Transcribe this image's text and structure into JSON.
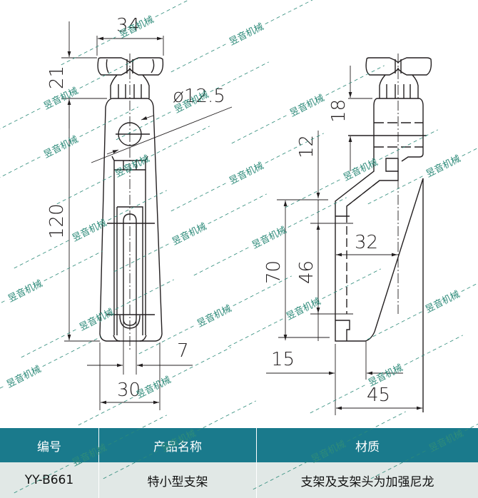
{
  "drawing": {
    "watermark": "昱音机械",
    "front_view": {
      "dim_top_width": "34",
      "dim_knob_height": "21",
      "dim_hole_diameter": "ø12.5",
      "dim_body_height": "120",
      "dim_slot_width": "7",
      "dim_bottom_width": "30"
    },
    "side_view": {
      "dim_head_height": "18",
      "dim_offset": "12",
      "dim_arm_depth": "32",
      "dim_total_height": "70",
      "dim_inner_height": "46",
      "dim_foot": "15",
      "dim_total_depth": "45"
    }
  },
  "table": {
    "headers": [
      "编号",
      "产品名称",
      "材质"
    ],
    "rows": [
      [
        "YY-B661",
        "特小型支架",
        "支架及支架头为加强尼龙"
      ]
    ]
  },
  "colors": {
    "header_bg": "#1a7a8c",
    "row_bg": "#e1e8e6",
    "watermark": "#2e8b7a",
    "line": "#231f20"
  }
}
